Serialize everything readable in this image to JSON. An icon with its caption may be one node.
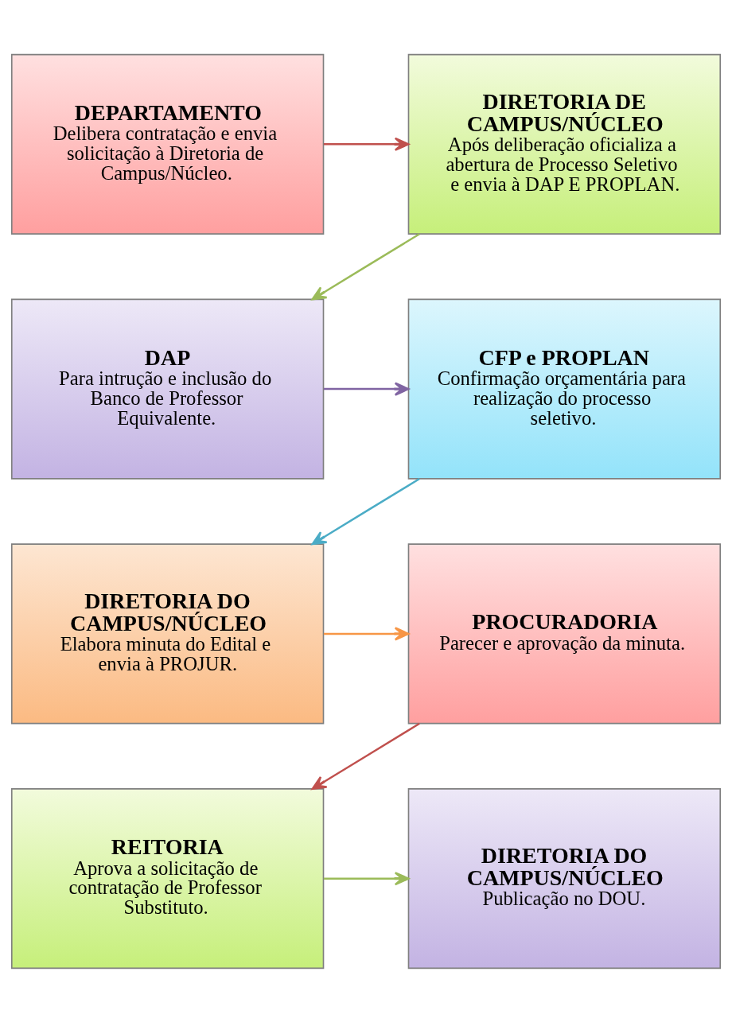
{
  "diagram": {
    "nodes": [
      {
        "text": [
          "DEPARTAMENTO",
          "Delibera contratação e envia solicitação à Diretoria de Campus/Núcleo."
        ]
      },
      {
        "text": [
          "DIRETORIA DE CAMPUS/NÚCLEO",
          "Após deliberação oficializa a abertura de Processo Seletivo e envia à DAP E PROPLAN."
        ]
      },
      {
        "text": [
          "DAP",
          "Para intrução e inclusão do Banco de Professor Equivalente."
        ]
      },
      {
        "text": [
          "CFP e PROPLAN",
          "Confirmação orçamentária para realização do processo seletivo."
        ]
      },
      {
        "text": [
          "DIRETORIA DO CAMPUS/NÚCLEO",
          "Elabora minuta do Edital e envia à PROJUR."
        ]
      },
      {
        "text": [
          "PROCURADORIA",
          "Parecer e aprovação da minuta."
        ]
      },
      {
        "text": [
          "REITORIA",
          "Aprova a solicitação de contratação de Professor Substituto."
        ]
      },
      {
        "text": [
          "DIRETORIA DO CAMPUS/NÚCLEO",
          "Publicação no DOU."
        ]
      }
    ],
    "edges": [
      {
        "from": 0,
        "to": 1,
        "arrow": "to",
        "color": "#c0504d"
      },
      {
        "from": 1,
        "to": 2,
        "arrow": "to",
        "color": "#9bbb59"
      },
      {
        "from": 2,
        "to": 3,
        "arrow": "to",
        "color": "#8064a2"
      },
      {
        "from": 3,
        "to": 4,
        "arrow": "to",
        "color": "#4bacc6"
      },
      {
        "from": 4,
        "to": 5,
        "arrow": "to",
        "color": "#f79646"
      },
      {
        "from": 5,
        "to": 6,
        "arrow": "to",
        "color": "#c0504d"
      },
      {
        "from": 6,
        "to": 7,
        "arrow": "to",
        "color": "#9bbb59"
      }
    ]
  }
}
